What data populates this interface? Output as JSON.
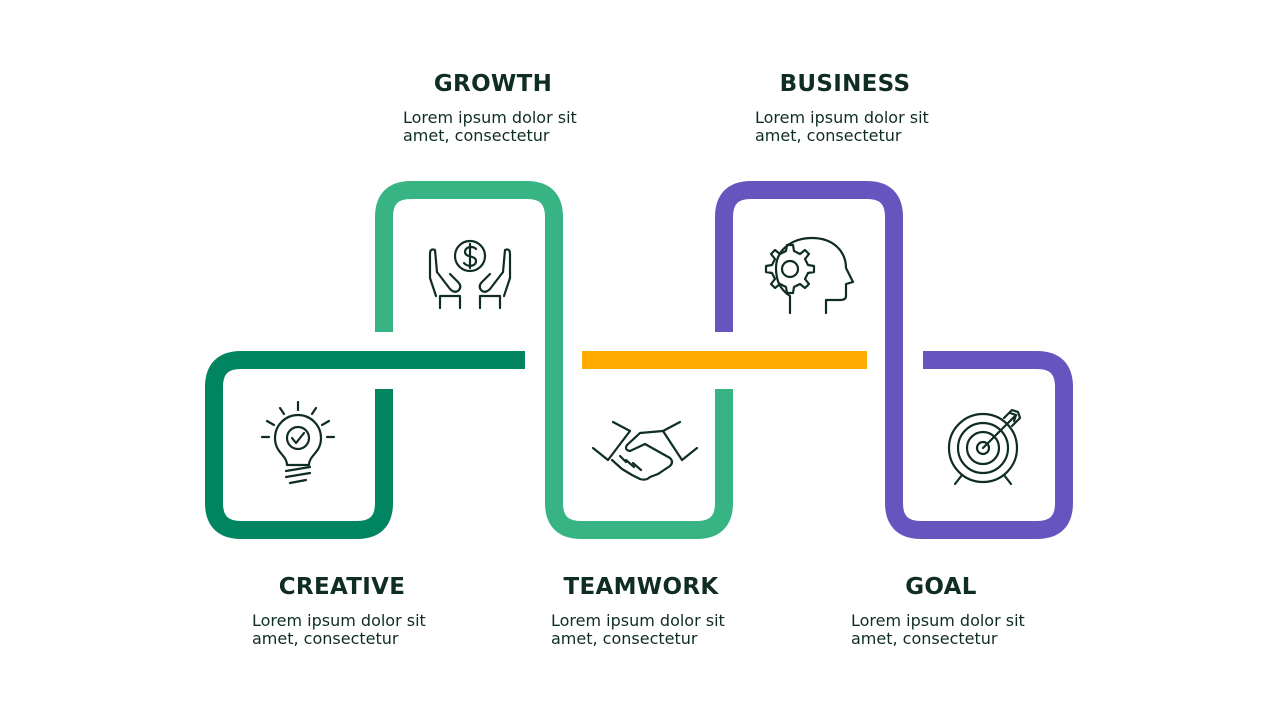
{
  "colors": {
    "dark_green": "#008560",
    "light_green": "#38b383",
    "yellow": "#ffab00",
    "purple": "#6755bf",
    "text": "#0f2d20",
    "icon": "#0f2d20"
  },
  "steps": [
    {
      "id": "creative",
      "title": "CREATIVE",
      "desc": "Lorem ipsum dolor sit amet, consectetur",
      "icon": "lightbulb-check-icon"
    },
    {
      "id": "growth",
      "title": "GROWTH",
      "desc": "Lorem ipsum dolor sit amet, consectetur",
      "icon": "hands-dollar-icon"
    },
    {
      "id": "teamwork",
      "title": "TEAMWORK",
      "desc": "Lorem ipsum dolor sit amet, consectetur",
      "icon": "handshake-icon"
    },
    {
      "id": "business",
      "title": "BUSINESS",
      "desc": "Lorem ipsum dolor sit amet, consectetur",
      "icon": "head-gear-icon"
    },
    {
      "id": "goal",
      "title": "GOAL",
      "desc": "Lorem ipsum dolor sit amet, consectetur",
      "icon": "target-arrow-icon"
    }
  ]
}
